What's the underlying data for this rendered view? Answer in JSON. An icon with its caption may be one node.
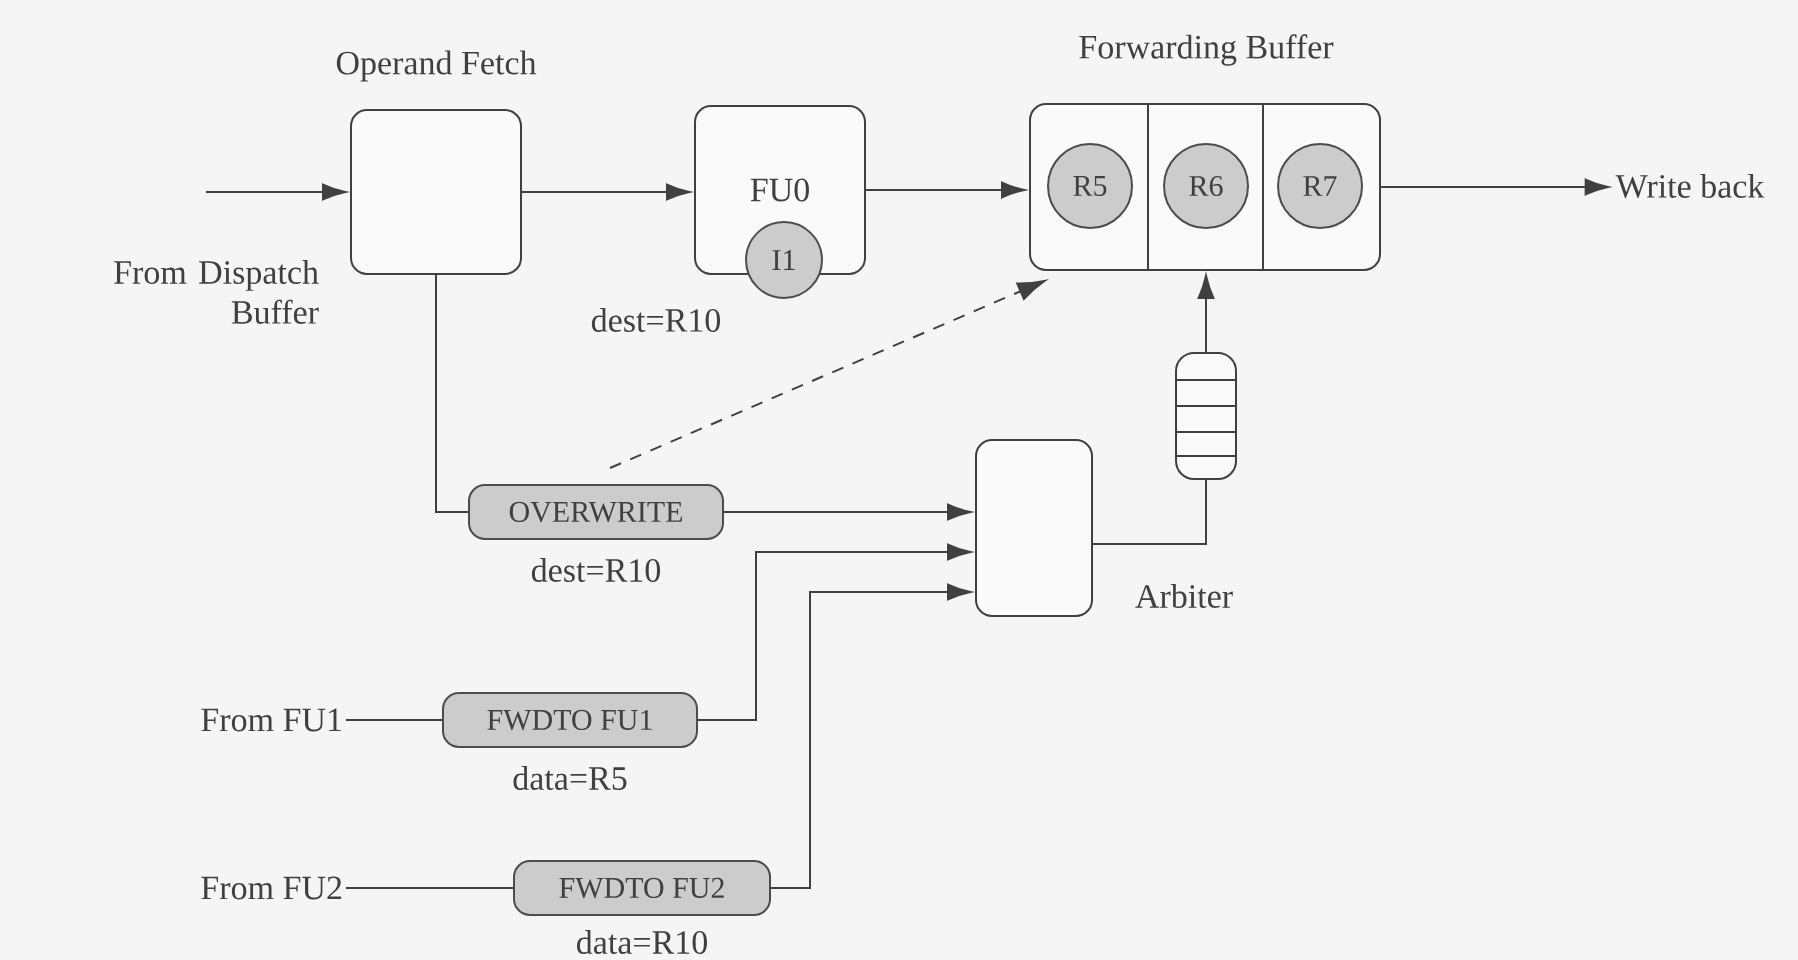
{
  "diagram": {
    "nodes": [
      {
        "text": [
          "Operand Fetch"
        ]
      },
      {
        "text": [
          "FU0"
        ],
        "beside": [
          "dest=R10"
        ]
      },
      {
        "text": [
          "I1"
        ]
      },
      {
        "text": [
          "Forwarding Buffer"
        ]
      },
      {
        "text": [
          "R5"
        ],
        "in": 3
      },
      {
        "text": [
          "R6"
        ],
        "in": 3
      },
      {
        "text": [
          "R7"
        ],
        "in": 3
      },
      {
        "text": [
          "Write back"
        ]
      },
      {
        "text": [
          "OVERWRITE"
        ],
        "beside": [
          "dest=R10"
        ]
      },
      {
        "text": [
          "Arbiter"
        ]
      },
      {
        "text": [],
        "shape": "box"
      },
      {
        "text": [
          "From FU1"
        ]
      },
      {
        "text": [
          "FWDTO FU1"
        ],
        "beside": [
          "data=R5"
        ]
      },
      {
        "text": [
          "From FU2"
        ]
      },
      {
        "text": [
          "FWDTO FU2"
        ],
        "beside": [
          "data=R10"
        ]
      }
    ],
    "edges": [
      {
        "from": null,
        "to": 0,
        "arrow": "to"
      },
      {
        "from": 0,
        "to": 1,
        "arrow": "to"
      },
      {
        "from": 1,
        "to": 3,
        "arrow": "to"
      },
      {
        "from": 3,
        "to": 7,
        "arrow": "to"
      },
      {
        "from": 0,
        "to": 8,
        "arrow": "none"
      },
      {
        "from": 8,
        "to": 3,
        "arrow": "to",
        "style": "dashed"
      },
      {
        "from": 8,
        "to": 9,
        "arrow": "to"
      },
      {
        "from": 11,
        "to": 12,
        "arrow": "none"
      },
      {
        "from": 12,
        "to": 9,
        "arrow": "to"
      },
      {
        "from": 13,
        "to": 14,
        "arrow": "none"
      },
      {
        "from": 14,
        "to": 9,
        "arrow": "to"
      },
      {
        "from": 9,
        "to": 10,
        "arrow": "none"
      },
      {
        "from": 10,
        "to": 3,
        "arrow": "to"
      }
    ],
    "labels": [
      "From Dispatch Buffer"
    ]
  }
}
